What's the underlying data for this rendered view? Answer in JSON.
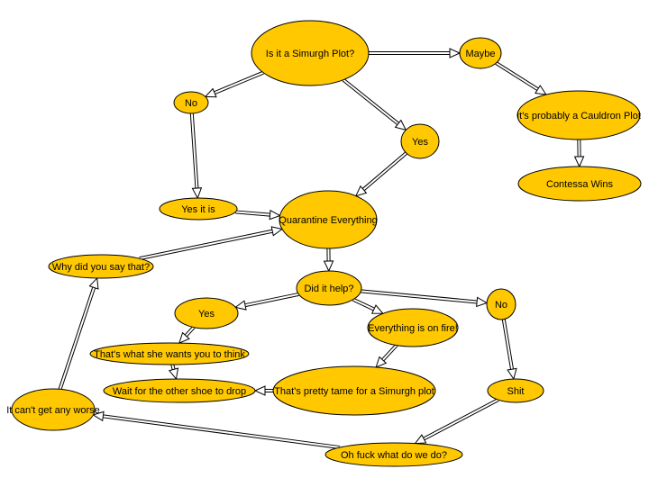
{
  "colors": {
    "node_fill": "#ffc800",
    "node_stroke": "#000000",
    "edge_stroke": "#000000",
    "background": "#ffffff"
  },
  "nodes": [
    {
      "id": "simurgh",
      "label": "Is it a Simurgh Plot?"
    },
    {
      "id": "maybe",
      "label": "Maybe"
    },
    {
      "id": "cauldron",
      "label": "It's probably a Cauldron Plot"
    },
    {
      "id": "contessa",
      "label": "Contessa Wins"
    },
    {
      "id": "no-top",
      "label": "No"
    },
    {
      "id": "yes-top",
      "label": "Yes"
    },
    {
      "id": "yes-it-is",
      "label": "Yes it is"
    },
    {
      "id": "quarantine",
      "label": "Quarantine Everything"
    },
    {
      "id": "why",
      "label": "Why did you say that?"
    },
    {
      "id": "did-it-help",
      "label": "Did it help?"
    },
    {
      "id": "yes-mid",
      "label": "Yes"
    },
    {
      "id": "fire",
      "label": "Everything is on fire!"
    },
    {
      "id": "no-right",
      "label": "No"
    },
    {
      "id": "she-wants",
      "label": "That's what she wants you to think"
    },
    {
      "id": "wait-shoe",
      "label": "Wait for the other shoe to drop"
    },
    {
      "id": "pretty-tame",
      "label": "That's pretty tame for a Simurgh plot"
    },
    {
      "id": "shit",
      "label": "Shit"
    },
    {
      "id": "worse",
      "label": "It can't get any worse"
    },
    {
      "id": "oh-what",
      "label": "Oh fuck what do we do?"
    }
  ],
  "edges": [
    {
      "from": "simurgh",
      "to": "maybe"
    },
    {
      "from": "maybe",
      "to": "cauldron"
    },
    {
      "from": "cauldron",
      "to": "contessa"
    },
    {
      "from": "simurgh",
      "to": "no-top"
    },
    {
      "from": "simurgh",
      "to": "yes-top"
    },
    {
      "from": "no-top",
      "to": "yes-it-is"
    },
    {
      "from": "yes-top",
      "to": "quarantine"
    },
    {
      "from": "yes-it-is",
      "to": "quarantine"
    },
    {
      "from": "why",
      "to": "quarantine"
    },
    {
      "from": "quarantine",
      "to": "did-it-help"
    },
    {
      "from": "did-it-help",
      "to": "yes-mid"
    },
    {
      "from": "did-it-help",
      "to": "fire"
    },
    {
      "from": "did-it-help",
      "to": "no-right"
    },
    {
      "from": "yes-mid",
      "to": "she-wants"
    },
    {
      "from": "she-wants",
      "to": "wait-shoe"
    },
    {
      "from": "fire",
      "to": "pretty-tame"
    },
    {
      "from": "pretty-tame",
      "to": "wait-shoe"
    },
    {
      "from": "no-right",
      "to": "shit"
    },
    {
      "from": "shit",
      "to": "oh-what"
    },
    {
      "from": "oh-what",
      "to": "worse"
    },
    {
      "from": "worse",
      "to": "why"
    }
  ]
}
